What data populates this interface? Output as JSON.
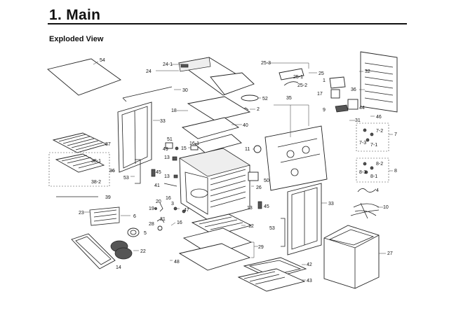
{
  "header": {
    "title": "1.  Main",
    "subtitle": "Exploded View"
  },
  "callouts": [
    {
      "id": "c1",
      "label": "1"
    },
    {
      "id": "c2",
      "label": "2"
    },
    {
      "id": "c3",
      "label": "3"
    },
    {
      "id": "c4",
      "label": "4"
    },
    {
      "id": "c5",
      "label": "5"
    },
    {
      "id": "c6",
      "label": "6"
    },
    {
      "id": "c7",
      "label": "7"
    },
    {
      "id": "c7-1",
      "label": "7-1"
    },
    {
      "id": "c7-2",
      "label": "7-2"
    },
    {
      "id": "c7-3",
      "label": "7-3"
    },
    {
      "id": "c8",
      "label": "8"
    },
    {
      "id": "c8-1",
      "label": "8-1"
    },
    {
      "id": "c8-2",
      "label": "8-2"
    },
    {
      "id": "c8-3",
      "label": "8-3"
    },
    {
      "id": "c9",
      "label": "9"
    },
    {
      "id": "c10",
      "label": "10"
    },
    {
      "id": "c11",
      "label": "11"
    },
    {
      "id": "c12",
      "label": "12"
    },
    {
      "id": "c13a",
      "label": "13"
    },
    {
      "id": "c13b",
      "label": "13"
    },
    {
      "id": "c13c",
      "label": "13"
    },
    {
      "id": "c14",
      "label": "14"
    },
    {
      "id": "c15",
      "label": "15"
    },
    {
      "id": "c16a",
      "label": "16"
    },
    {
      "id": "c16b",
      "label": "16"
    },
    {
      "id": "c16-1",
      "label": "16-1"
    },
    {
      "id": "c17",
      "label": "17"
    },
    {
      "id": "c18",
      "label": "18"
    },
    {
      "id": "c19",
      "label": "19"
    },
    {
      "id": "c20",
      "label": "20"
    },
    {
      "id": "c21",
      "label": "21"
    },
    {
      "id": "c22",
      "label": "22"
    },
    {
      "id": "c23",
      "label": "23"
    },
    {
      "id": "c24",
      "label": "24"
    },
    {
      "id": "c24-1",
      "label": "24-1"
    },
    {
      "id": "c25",
      "label": "25"
    },
    {
      "id": "c25-1",
      "label": "25-1"
    },
    {
      "id": "c25-2",
      "label": "25-2"
    },
    {
      "id": "c25-3",
      "label": "25-3"
    },
    {
      "id": "c26",
      "label": "26"
    },
    {
      "id": "c27",
      "label": "27"
    },
    {
      "id": "c28",
      "label": "28"
    },
    {
      "id": "c29",
      "label": "29"
    },
    {
      "id": "c30",
      "label": "30"
    },
    {
      "id": "c31",
      "label": "31"
    },
    {
      "id": "c32",
      "label": "32"
    },
    {
      "id": "c33a",
      "label": "33"
    },
    {
      "id": "c33b",
      "label": "33"
    },
    {
      "id": "c35",
      "label": "35"
    },
    {
      "id": "c36a",
      "label": "36"
    },
    {
      "id": "c36b",
      "label": "36"
    },
    {
      "id": "c37",
      "label": "37"
    },
    {
      "id": "c38-1",
      "label": "38-1"
    },
    {
      "id": "c38-2",
      "label": "38-2"
    },
    {
      "id": "c39",
      "label": "39"
    },
    {
      "id": "c40",
      "label": "40"
    },
    {
      "id": "c41",
      "label": "41"
    },
    {
      "id": "c42",
      "label": "42"
    },
    {
      "id": "c43",
      "label": "43"
    },
    {
      "id": "c44",
      "label": "44"
    },
    {
      "id": "c45a",
      "label": "45"
    },
    {
      "id": "c45b",
      "label": "45"
    },
    {
      "id": "c46",
      "label": "46"
    },
    {
      "id": "c47",
      "label": "47"
    },
    {
      "id": "c48",
      "label": "48"
    },
    {
      "id": "c49",
      "label": "49"
    },
    {
      "id": "c50",
      "label": "50"
    },
    {
      "id": "c51",
      "label": "51"
    },
    {
      "id": "c52",
      "label": "52"
    },
    {
      "id": "c53a",
      "label": "53"
    },
    {
      "id": "c53b",
      "label": "53"
    },
    {
      "id": "c54",
      "label": "54"
    }
  ]
}
